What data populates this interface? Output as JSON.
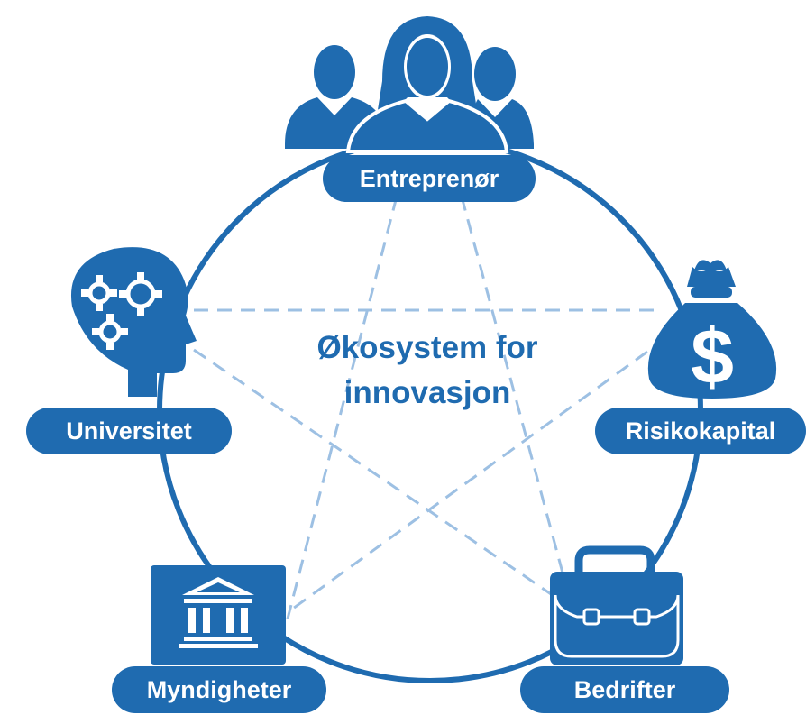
{
  "colors": {
    "primary": "#1f6bb0",
    "dashed": "#9dc0e3",
    "background": "#ffffff",
    "label_text": "#ffffff"
  },
  "center": {
    "line1": "Økosystem for",
    "line2": "innovasjon"
  },
  "nodes": [
    {
      "id": "entrepreneur",
      "label": "Entreprenør",
      "icon": "people-group-icon"
    },
    {
      "id": "venture-capital",
      "label": "Risikokapital",
      "icon": "money-bag-icon"
    },
    {
      "id": "companies",
      "label": "Bedrifter",
      "icon": "briefcase-icon"
    },
    {
      "id": "government",
      "label": "Myndigheter",
      "icon": "government-building-icon"
    },
    {
      "id": "university",
      "label": "Universitet",
      "icon": "head-gears-icon"
    }
  ]
}
